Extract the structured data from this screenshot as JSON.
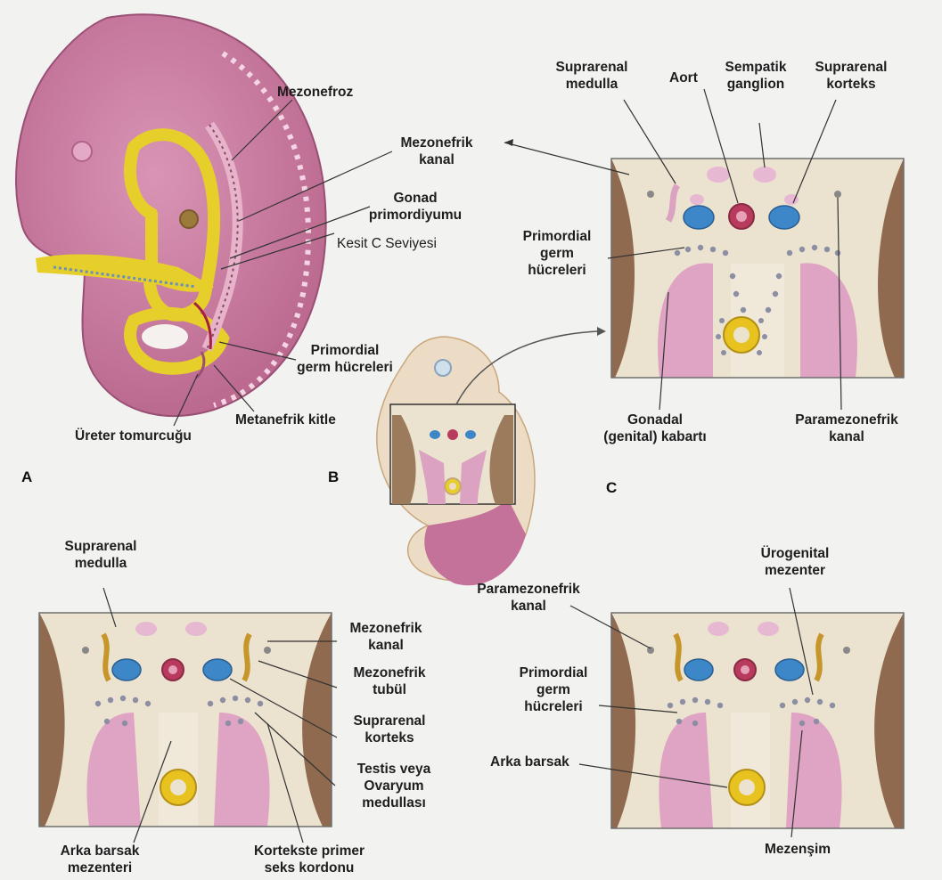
{
  "panels": {
    "a": "A",
    "b": "B",
    "c": "C"
  },
  "labels": {
    "mezonefroz": "Mezonefroz",
    "mezonefrik_kanal_top": "Mezonefrik\nkanal",
    "gonad_primordiyumu": "Gonad\nprimordiyumu",
    "kesit_c": "Kesit C Seviyesi",
    "primordial_germ_a": "Primordial\ngerm hücreleri",
    "metanefrik_kitle": "Metanefrik kitle",
    "ureter_tomurcugu": "Üreter tomurcuğu",
    "c_suprarenal_medulla": "Suprarenal\nmedulla",
    "c_aort": "Aort",
    "c_sempatik_ganglion": "Sempatik\nganglion",
    "c_suprarenal_korteks": "Suprarenal\nkorteks",
    "c_primordial_germ": "Primordial\ngerm\nhücreleri",
    "c_gonadal_kabarti": "Gonadal\n(genital) kabartı",
    "c_paramezonefrik": "Paramezonefrik\nkanal",
    "bl_suprarenal_medulla": "Suprarenal\nmedulla",
    "bl_mezonefrik_kanal": "Mezonefrik\nkanal",
    "bl_mezonefrik_tubul": "Mezonefrik\ntubül",
    "bl_suprarenal_korteks": "Suprarenal\nkorteks",
    "bl_testis_ovaryum": "Testis veya\nOvaryum\nmedullası",
    "bl_arka_barsak_mezenteri": "Arka barsak\nmezenteri",
    "bl_kortekste": "Kortekste primer\nseks kordonu",
    "br_paramezonefrik": "Paramezonefrik\nkanal",
    "br_urogenital": "Ürogenital\nmezenter",
    "br_primordial_germ": "Primordial\ngerm\nhücreleri",
    "br_arka_barsak": "Arka barsak",
    "br_mezensim": "Mezenşim"
  },
  "colors": {
    "embryo": "#c87a9e",
    "embryo_dark": "#a25378",
    "yolk": "#e6cf2a",
    "panel_bg": "#ebe3cf",
    "brown": "#8f6a4e",
    "blue": "#3d87c8",
    "aorta": "#b83a5c",
    "muscle": "#dfa3c4"
  }
}
